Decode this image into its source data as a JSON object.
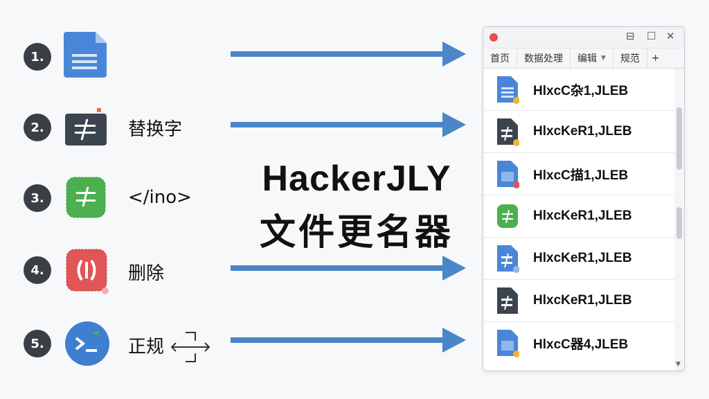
{
  "steps": [
    {
      "number": "1.",
      "label": "",
      "icon": "document-icon",
      "color": "#4a86d8"
    },
    {
      "number": "2.",
      "label": "替换字",
      "icon": "replace-text-icon",
      "color": "#3c4450"
    },
    {
      "number": "3.",
      "label": "</ino>",
      "icon": "replace-green-icon",
      "color": "#4caf50"
    },
    {
      "number": "4.",
      "label": "删除",
      "icon": "delete-symbol-icon",
      "color": "#e05555"
    },
    {
      "number": "5.",
      "label": "正规",
      "icon": "regex-shuffle-icon",
      "color": "#3f7fd0"
    }
  ],
  "title": {
    "line1": "HackerJLY",
    "line2": "文件更名器"
  },
  "window": {
    "tabs": [
      "首页",
      "数据处理",
      "编辑",
      "规范"
    ],
    "tab_more": "+",
    "controls": {
      "minimize": "⊟",
      "maximize": "☐",
      "close": "✕"
    },
    "files": [
      {
        "name": "HlxcC杂1,JLEB",
        "icon": "blue-doc-icon",
        "badge": "#f2b632"
      },
      {
        "name": "HlxcKeR1,JLEB",
        "icon": "dark-doc-icon",
        "badge": "#f2b632"
      },
      {
        "name": "HlxcC描1,JLEB",
        "icon": "blue-doc-icon",
        "badge": "#e05555"
      },
      {
        "name": "HlxcKeR1,JLEB",
        "icon": "green-replace-icon",
        "badge": ""
      },
      {
        "name": "HlxcKeR1,JLEB",
        "icon": "blue-replace-icon",
        "badge": "#8fb8ea"
      },
      {
        "name": "HlxcKeR1,JLEB",
        "icon": "dark-doc-icon",
        "badge": ""
      },
      {
        "name": "HlxcC器4,JLEB",
        "icon": "blue-doc-icon",
        "badge": "#f2b632"
      }
    ]
  },
  "colors": {
    "arrow": "#4a86c8",
    "title": "#111111"
  }
}
